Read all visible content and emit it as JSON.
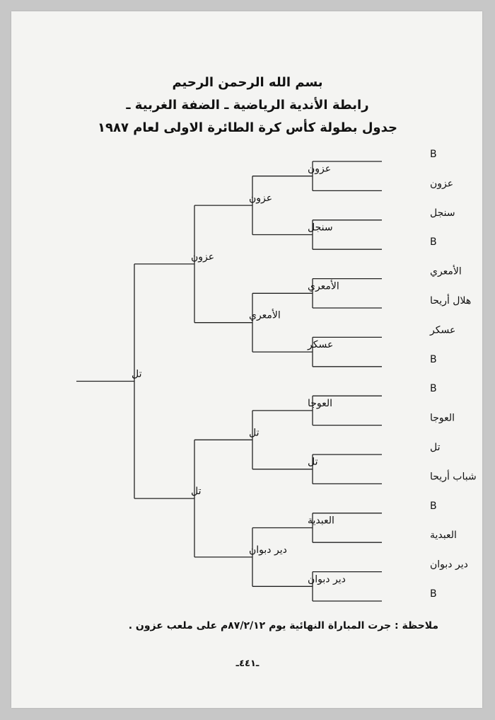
{
  "title_lines": [
    "بسم الله الرحمن الرحيم",
    "رابطة الأندية الرياضية ـ الضفة الغربية ـ",
    "جدول بطولة كأس كرة الطائرة الاولى لعام ١٩٨٧"
  ],
  "bracket": {
    "round1": [
      "B",
      "عزون",
      "سنجل",
      "B",
      "الأمعري",
      "هلال أريحا",
      "عسكر",
      "B",
      "B",
      "العوجا",
      "تل",
      "شباب أريحا",
      "B",
      "العبدية",
      "دير دبوان",
      "B"
    ],
    "round2": [
      "عزون",
      "سنجل",
      "الأمعري",
      "عسكر",
      "العوجا",
      "تل",
      "العبدية",
      "دير دبوان"
    ],
    "round3": [
      "عزون",
      "الأمعري",
      "تل",
      "دير دبوان"
    ],
    "semifinal": [
      "عزون",
      "تل"
    ],
    "final": [
      "تل"
    ]
  },
  "note": "ملاحظة : جرت المباراة النهائية يوم ٨٧/٢/١٢م على ملعب عزون .",
  "page_number": "ـ٤٤١ـ"
}
